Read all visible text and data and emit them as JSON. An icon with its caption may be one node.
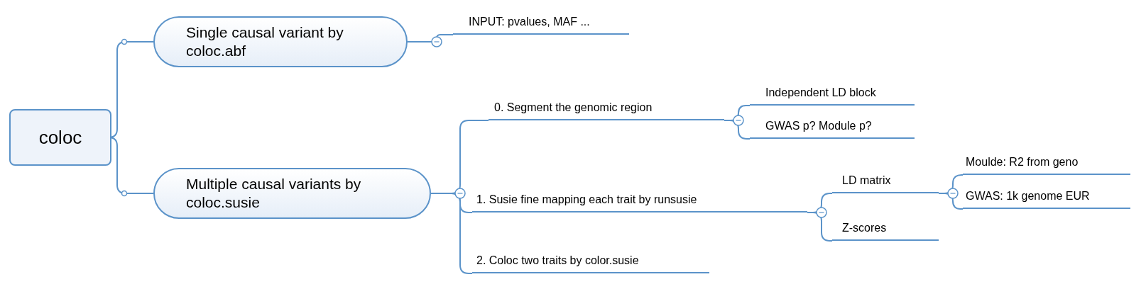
{
  "diagram": {
    "nodes": [
      {
        "text": [
          "coloc"
        ]
      },
      {
        "text": [
          "Single causal variant by coloc.abf"
        ]
      },
      {
        "text": [
          "Multiple causal variants by coloc.susie"
        ]
      },
      {
        "text": [
          "INPUT: pvalues, MAF ..."
        ]
      },
      {
        "text": [
          "0. Segment the genomic region"
        ]
      },
      {
        "text": [
          "1. Susie fine mapping each trait by runsusie"
        ]
      },
      {
        "text": [
          "2. Coloc two traits by color.susie"
        ]
      },
      {
        "text": [
          "Independent LD block"
        ]
      },
      {
        "text": [
          "GWAS p? Module p?"
        ]
      },
      {
        "text": [
          "LD matrix"
        ]
      },
      {
        "text": [
          "Z-scores"
        ]
      },
      {
        "text": [
          "Moulde: R2 from geno"
        ]
      },
      {
        "text": [
          "GWAS: 1k genome EUR"
        ]
      }
    ],
    "edges": [
      {
        "from": 0,
        "to": 1,
        "arrow": "none"
      },
      {
        "from": 0,
        "to": 2,
        "arrow": "none"
      },
      {
        "from": 1,
        "to": 3,
        "arrow": "none"
      },
      {
        "from": 2,
        "to": 4,
        "arrow": "none"
      },
      {
        "from": 2,
        "to": 5,
        "arrow": "none"
      },
      {
        "from": 2,
        "to": 6,
        "arrow": "none"
      },
      {
        "from": 4,
        "to": 7,
        "arrow": "none"
      },
      {
        "from": 4,
        "to": 8,
        "arrow": "none"
      },
      {
        "from": 5,
        "to": 9,
        "arrow": "none"
      },
      {
        "from": 5,
        "to": 10,
        "arrow": "none"
      },
      {
        "from": 9,
        "to": 11,
        "arrow": "none"
      },
      {
        "from": 9,
        "to": 12,
        "arrow": "none"
      }
    ]
  }
}
